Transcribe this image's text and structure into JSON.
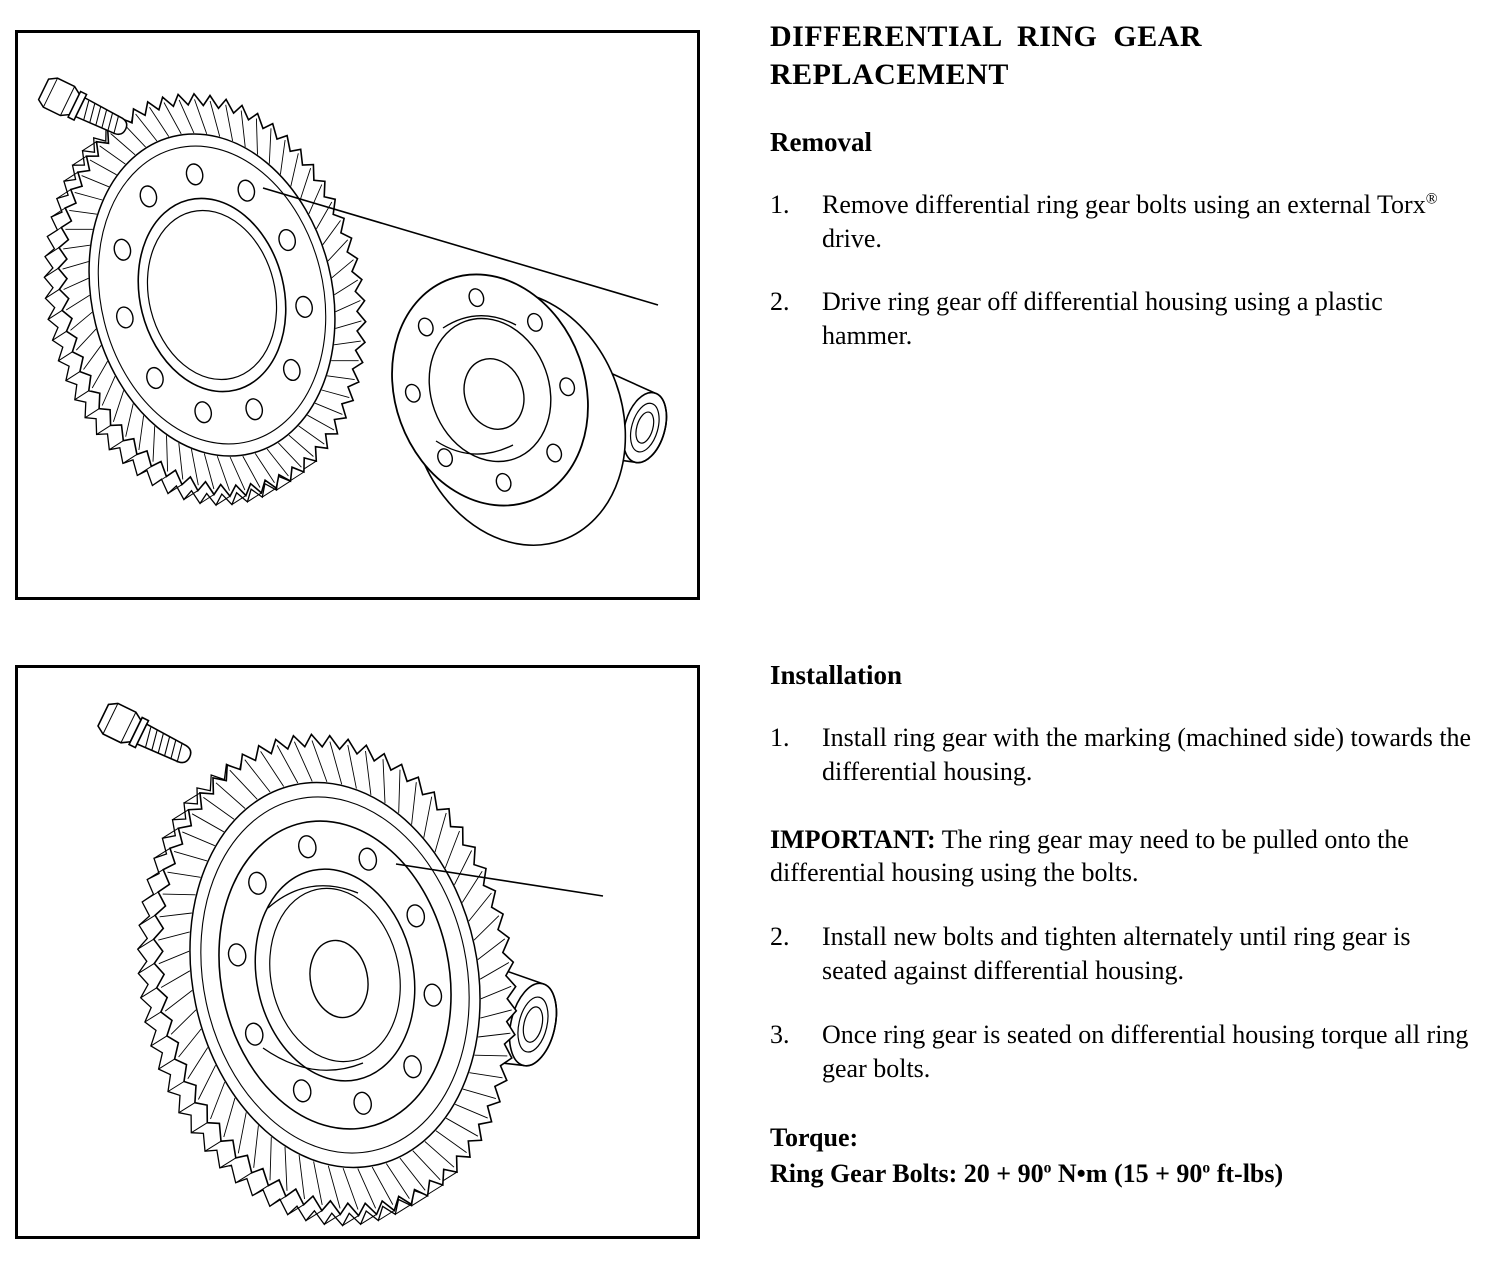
{
  "page": {
    "title": "DIFFERENTIAL RING GEAR REPLACEMENT"
  },
  "removal": {
    "heading": "Removal",
    "steps": [
      {
        "num": "1.",
        "pre": "Remove differential ring gear bolts using an external Torx",
        "sup": "®",
        "post": " drive."
      },
      {
        "num": "2.",
        "text": "Drive ring gear off differential housing using a plastic hammer."
      }
    ]
  },
  "installation": {
    "heading": "Installation",
    "steps_a": [
      {
        "num": "1.",
        "text": "Install ring gear with the marking (machined side) towards the differential housing."
      }
    ],
    "important_label": "IMPORTANT:",
    "important_text": " The ring gear may need to be pulled onto the differential housing using the bolts.",
    "steps_b": [
      {
        "num": "2.",
        "text": "Install new bolts and tighten alternately until ring gear is seated against differential housing."
      },
      {
        "num": "3.",
        "text": "Once ring gear is seated on differential housing torque all ring gear bolts."
      }
    ],
    "torque_label": "Torque:",
    "torque": {
      "pre": "Ring Gear Bolts: 20 + 90",
      "deg1": "o",
      "mid": " N•m (15 + 90",
      "deg2": "o",
      "post": " ft-lbs)"
    }
  }
}
